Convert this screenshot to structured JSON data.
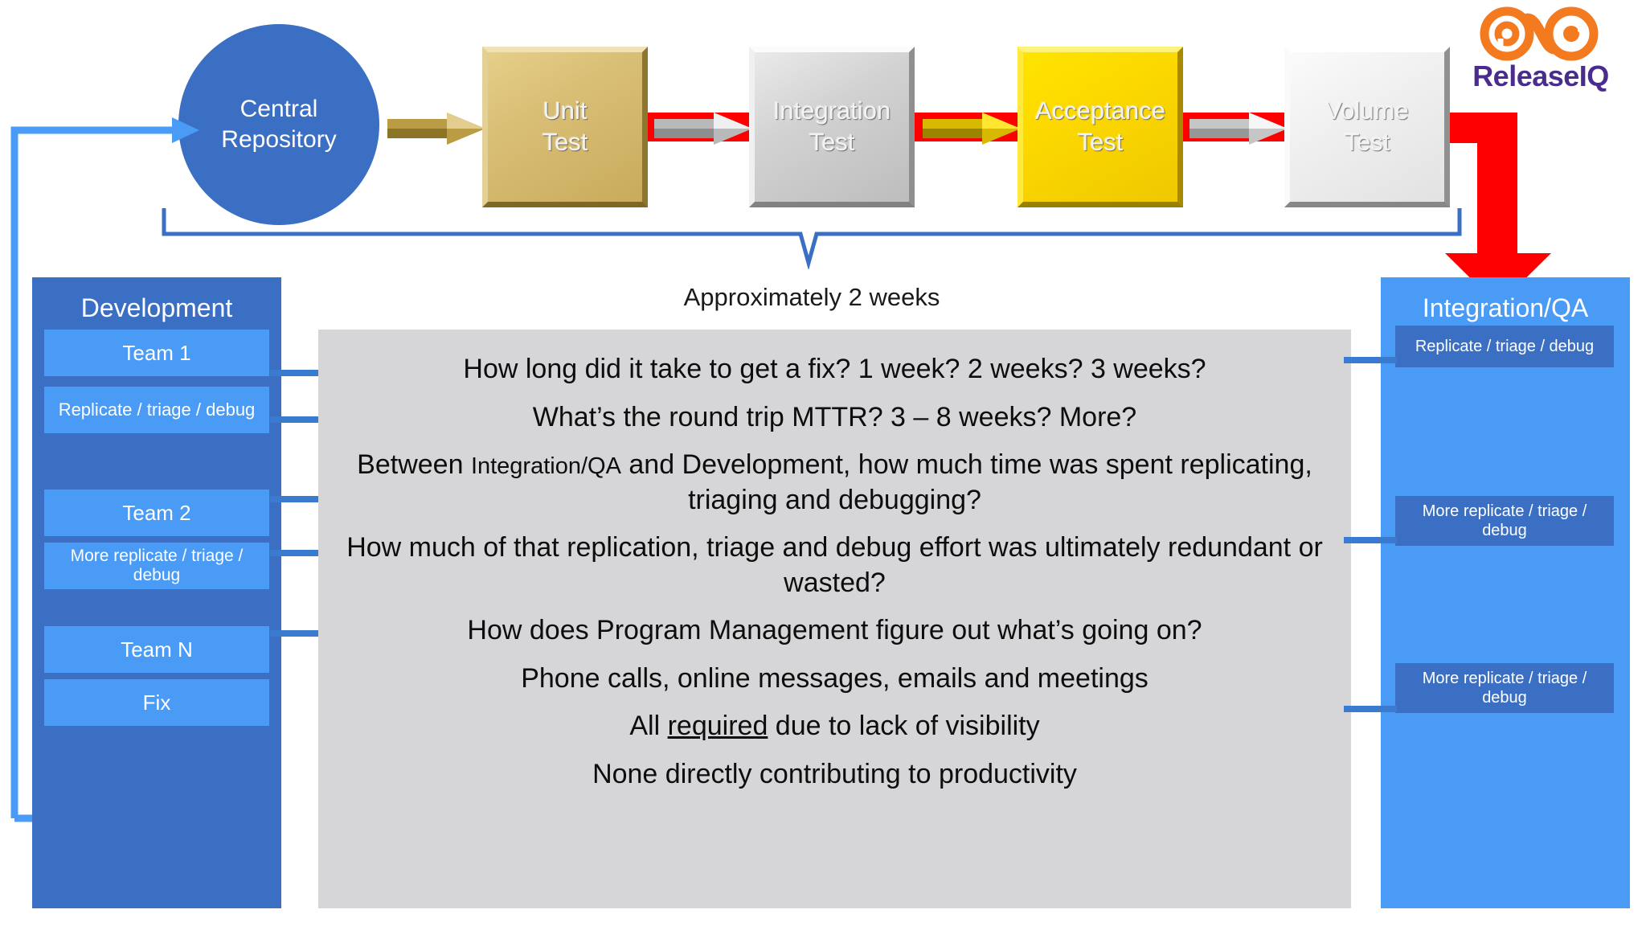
{
  "brand": {
    "logo_name": "infinity-loop-icon",
    "wordmark": "ReleaseIQ",
    "orange": "#F47A20",
    "purple": "#4A2C8F"
  },
  "pipeline": {
    "repository": {
      "line1": "Central",
      "line2": "Repository"
    },
    "stages": [
      {
        "id": "unit",
        "line1": "Unit",
        "line2": "Test",
        "color": "#D9BF76"
      },
      {
        "id": "integration",
        "line1": "Integration",
        "line2": "Test",
        "color": "#D2D2D2"
      },
      {
        "id": "acceptance",
        "line1": "Acceptance",
        "line2": "Test",
        "color": "#FCD800"
      },
      {
        "id": "volume",
        "line1": "Volume",
        "line2": "Test",
        "color": "#F0F0F0"
      }
    ],
    "failure_path_color": "#FF0000",
    "feedback_loop_color": "#4A9BF5",
    "bracket_label": "Approximately 2 weeks"
  },
  "development": {
    "title": "Development",
    "items": [
      {
        "label": "Team 1"
      },
      {
        "label": "Replicate / triage / debug"
      },
      {
        "label": "Team 2"
      },
      {
        "label": "More replicate / triage / debug"
      },
      {
        "label": "Team N"
      },
      {
        "label": "Fix"
      }
    ]
  },
  "integration_qa": {
    "title": "Integration/QA",
    "items": [
      {
        "label": "Replicate / triage / debug"
      },
      {
        "label": "More replicate / triage / debug"
      },
      {
        "label": "More replicate / triage / debug"
      }
    ]
  },
  "questions_panel": {
    "background": "#D6D6D8",
    "lines": [
      {
        "text": "How long did it take to get a fix? 1 week? 2 weeks? 3 weeks?"
      },
      {
        "text": "What’s the round trip MTTR? 3 – 8 weeks? More?"
      },
      {
        "pre": "Between ",
        "emphasis_small": "Integration/QA",
        "post": " and Development, how much time was spent replicating, triaging and debugging?"
      },
      {
        "text": "How much of that replication, triage and debug effort was ultimately redundant or wasted?"
      },
      {
        "text": "How does Program Management figure out what’s going on?"
      },
      {
        "text": "Phone calls, online messages, emails and meetings"
      },
      {
        "pre": "All ",
        "underline": "required",
        "post": " due to lack of visibility"
      },
      {
        "text": "None directly contributing to productivity"
      }
    ]
  }
}
